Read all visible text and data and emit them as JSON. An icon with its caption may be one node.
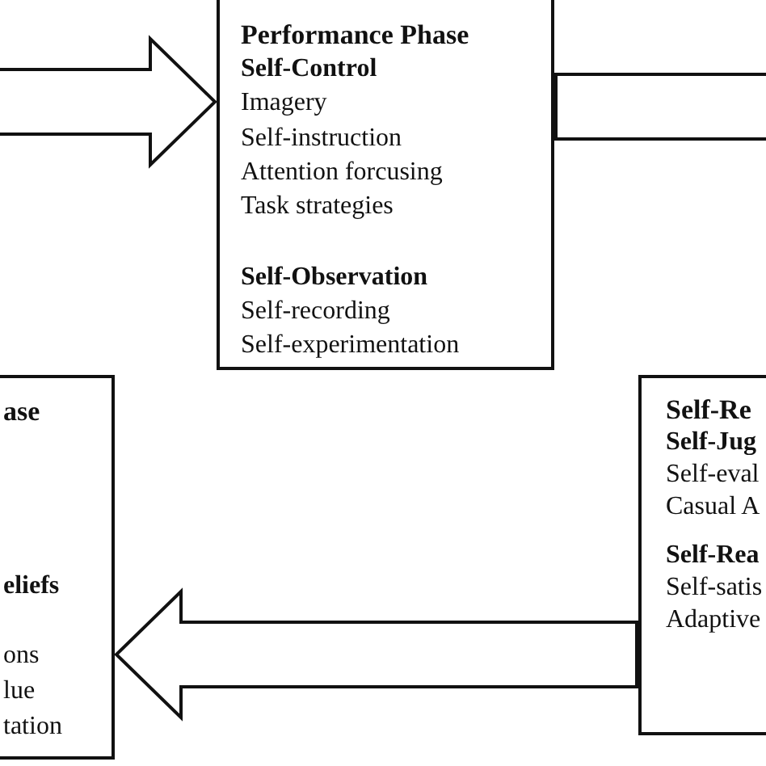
{
  "diagram": {
    "nodes": [
      {
        "text": [
          "Performance Phase",
          "Self-Control",
          "Imagery",
          "Self-instruction",
          "Attention forcusing",
          "Task strategies",
          "Self-Observation",
          "Self-recording",
          "Self-experimentation"
        ]
      },
      {
        "text": [
          "ase",
          "eliefs",
          "ons",
          "lue",
          "tation"
        ]
      },
      {
        "text": [
          "Self-Re",
          "Self-Jug",
          "Self-eval",
          "Casual A",
          "Self-Rea",
          "Self-satis",
          "Adaptive"
        ]
      }
    ],
    "edges": [
      {
        "from": null,
        "to": 0,
        "arrow": "to"
      },
      {
        "from": 0,
        "to": null,
        "arrow": "none"
      },
      {
        "from": 2,
        "to": 1,
        "arrow": "to"
      }
    ]
  }
}
